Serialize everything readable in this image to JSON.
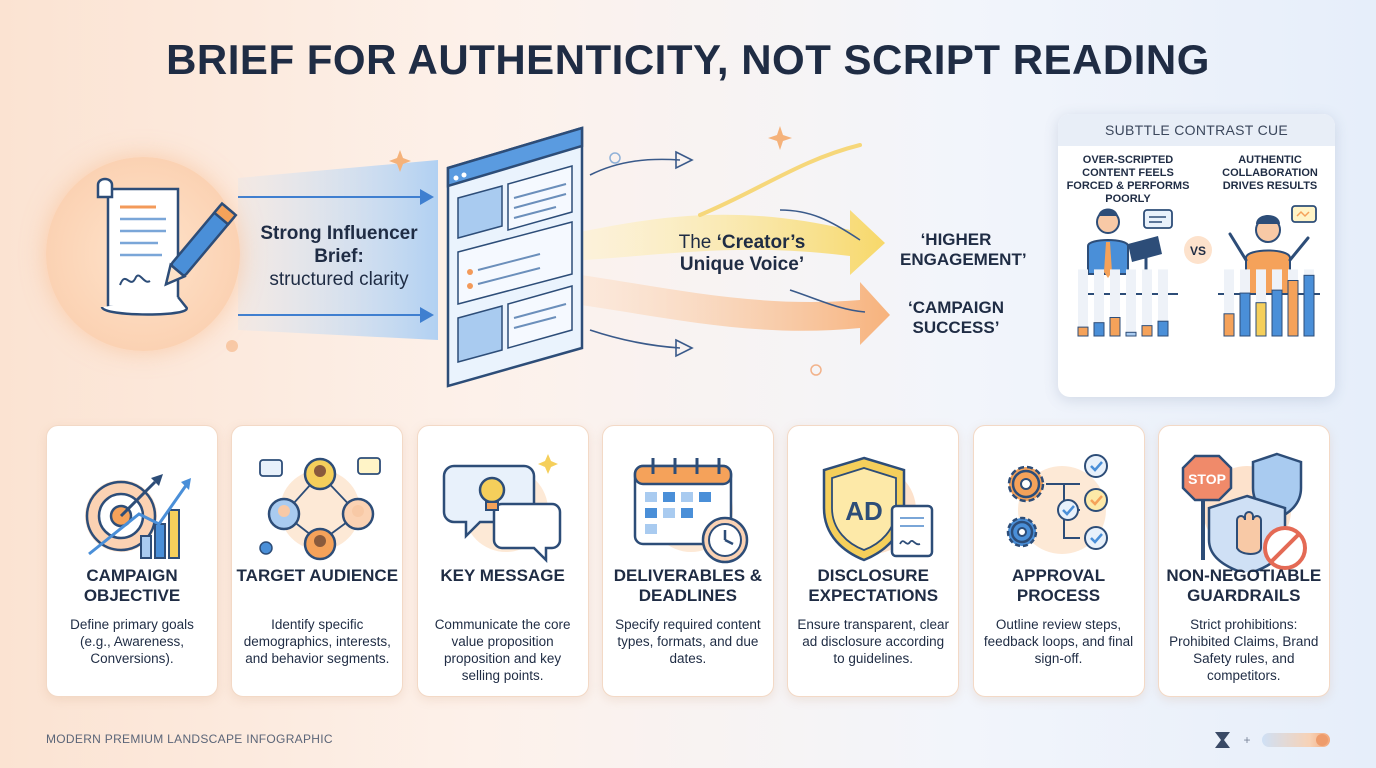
{
  "title": "BRIEF FOR AUTHENTICITY, NOT SCRIPT READING",
  "flow": {
    "brief_bold": "Strong Influencer Brief:",
    "brief_sub": "structured clarity",
    "voice_prefix": "The",
    "voice_bold": "‘Creator’s Unique Voice’",
    "result_1": "‘HIGHER ENGAGEMENT’",
    "result_2": "‘CAMPAIGN SUCCESS’"
  },
  "contrast": {
    "heading": "SUBTTLE CONTRAST CUE",
    "left_label": "OVER-SCRIPTED CONTENT FEELS FORCED & PERFORMS POORLY",
    "right_label": "AUTHENTIC COLLABORATION DRIVES RESULTS",
    "vs": "VS",
    "left_bars": [
      0.12,
      0.18,
      0.25,
      0.05,
      0.14,
      0.2
    ],
    "right_bars": [
      0.3,
      0.58,
      0.45,
      0.62,
      0.75,
      0.82
    ]
  },
  "cards": [
    {
      "title": "CAMPAIGN OBJECTIVE",
      "desc": "Define primary goals (e.g., Awareness, Conversions).",
      "icon": "target-icon"
    },
    {
      "title": "TARGET AUDIENCE",
      "desc": "Identify specific demographics, interests, and behavior segments.",
      "icon": "audience-icon"
    },
    {
      "title": "KEY MESSAGE",
      "desc": "Communicate the core value proposition proposition and key selling points.",
      "icon": "lightbulb-message-icon"
    },
    {
      "title": "DELIVERABLES & DEADLINES",
      "desc": "Specify required content types, formats, and due dates.",
      "icon": "calendar-clock-icon"
    },
    {
      "title": "DISCLOSURE EXPECTATIONS",
      "desc": "Ensure transparent, clear ad disclosure according to guidelines.",
      "icon": "ad-shield-icon"
    },
    {
      "title": "APPROVAL PROCESS",
      "desc": "Outline review steps, feedback loops, and final sign-off.",
      "icon": "gears-checkmarks-icon"
    },
    {
      "title": "NON-NEGOTIABLE GUARDRAILS",
      "desc": "Strict prohibitions: Prohibited Claims, Brand Safety rules, and competitors.",
      "icon": "stop-sign-shield-icon"
    }
  ],
  "footer": {
    "left": "MODERN PREMIUM LANDSCAPE INFOGRAPHIC",
    "plus": "+"
  },
  "icons": {
    "ad_shield_text": "AD",
    "stop_text": "STOP"
  },
  "colors": {
    "navy": "#1f2c44",
    "blue": "#4a8fd8",
    "orange": "#f5a25a",
    "yellow": "#f5cf5b",
    "peach": "#fbd2b3"
  }
}
